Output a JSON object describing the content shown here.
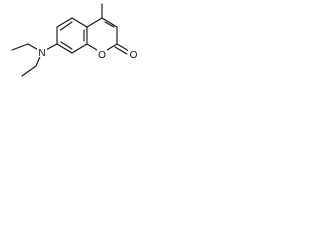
{
  "structure": {
    "atoms": {
      "nitrogen": "N",
      "ring_oxygen": "O",
      "carbonyl_oxygen": "O"
    },
    "colors": {
      "line": "#111111",
      "background": "#ffffff"
    }
  }
}
